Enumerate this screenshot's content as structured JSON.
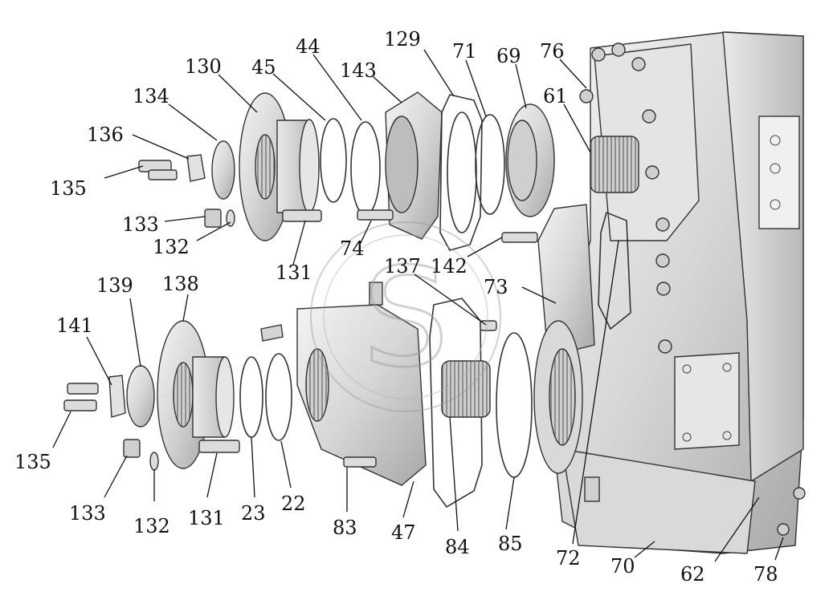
{
  "diagram": {
    "kind": "exploded-parts-view",
    "watermark": "S",
    "callouts": [
      {
        "id": "c130",
        "text": "130"
      },
      {
        "id": "c45",
        "text": "45"
      },
      {
        "id": "c44",
        "text": "44"
      },
      {
        "id": "c143",
        "text": "143"
      },
      {
        "id": "c129",
        "text": "129"
      },
      {
        "id": "c71",
        "text": "71"
      },
      {
        "id": "c69",
        "text": "69"
      },
      {
        "id": "c76",
        "text": "76"
      },
      {
        "id": "c134",
        "text": "134"
      },
      {
        "id": "c61",
        "text": "61"
      },
      {
        "id": "c136",
        "text": "136"
      },
      {
        "id": "c135a",
        "text": "135"
      },
      {
        "id": "c133a",
        "text": "133"
      },
      {
        "id": "c132a",
        "text": "132"
      },
      {
        "id": "c74",
        "text": "74"
      },
      {
        "id": "c131a",
        "text": "131"
      },
      {
        "id": "c137",
        "text": "137"
      },
      {
        "id": "c142",
        "text": "142"
      },
      {
        "id": "c73",
        "text": "73"
      },
      {
        "id": "c139",
        "text": "139"
      },
      {
        "id": "c138",
        "text": "138"
      },
      {
        "id": "c141",
        "text": "141"
      },
      {
        "id": "c135b",
        "text": "135"
      },
      {
        "id": "c133b",
        "text": "133"
      },
      {
        "id": "c132b",
        "text": "132"
      },
      {
        "id": "c131b",
        "text": "131"
      },
      {
        "id": "c23",
        "text": "23"
      },
      {
        "id": "c22",
        "text": "22"
      },
      {
        "id": "c83",
        "text": "83"
      },
      {
        "id": "c47",
        "text": "47"
      },
      {
        "id": "c84",
        "text": "84"
      },
      {
        "id": "c85",
        "text": "85"
      },
      {
        "id": "c72",
        "text": "72"
      },
      {
        "id": "c70",
        "text": "70"
      },
      {
        "id": "c62",
        "text": "62"
      },
      {
        "id": "c78",
        "text": "78"
      }
    ]
  }
}
